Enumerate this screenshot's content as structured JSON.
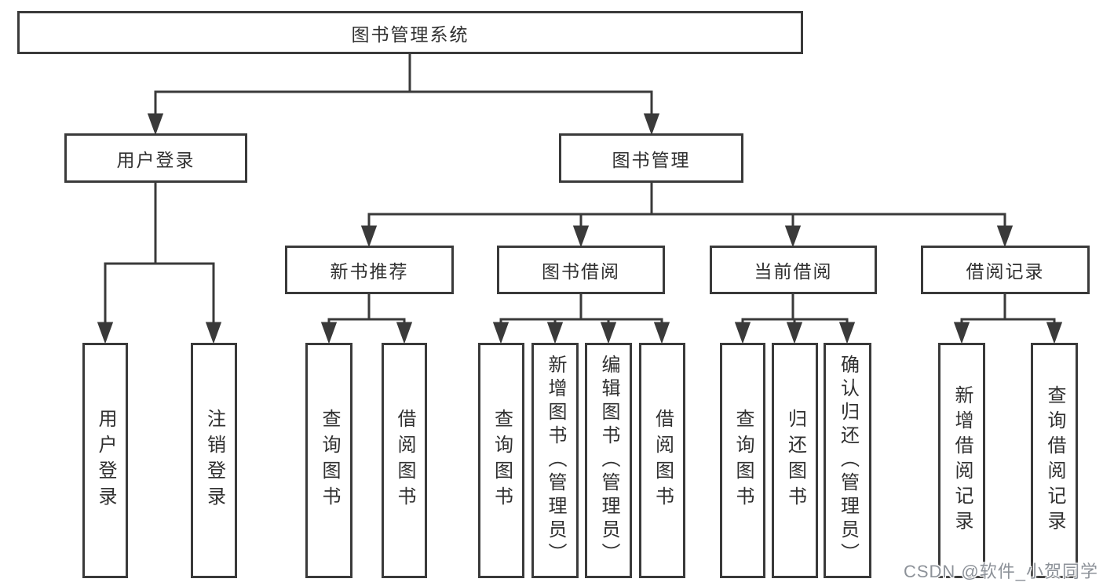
{
  "tree": {
    "root": {
      "label": "图书管理系统"
    },
    "branches": [
      {
        "label": "用户登录",
        "children": [
          {
            "label": "用户登录"
          },
          {
            "label": "注销登录"
          }
        ]
      },
      {
        "label": "图书管理",
        "sections": [
          {
            "label": "新书推荐",
            "children": [
              {
                "label": "查询图书"
              },
              {
                "label": "借阅图书"
              }
            ]
          },
          {
            "label": "图书借阅",
            "children": [
              {
                "label": "查询图书"
              },
              {
                "label": "新增图书（管理员）"
              },
              {
                "label": "编辑图书（管理员）"
              },
              {
                "label": "借阅图书"
              }
            ]
          },
          {
            "label": "当前借阅",
            "children": [
              {
                "label": "查询图书"
              },
              {
                "label": "归还图书"
              },
              {
                "label": "确认归还（管理员）"
              }
            ]
          },
          {
            "label": "借阅记录",
            "children": [
              {
                "label": "新增借阅记录"
              },
              {
                "label": "查询借阅记录"
              }
            ]
          }
        ]
      }
    ]
  },
  "watermark": "CSDN @软件_小贺同学",
  "colors": {
    "background": "#ffffff",
    "line": "#3a3a3a",
    "text": "#303030",
    "watermark": "#8d9299"
  }
}
